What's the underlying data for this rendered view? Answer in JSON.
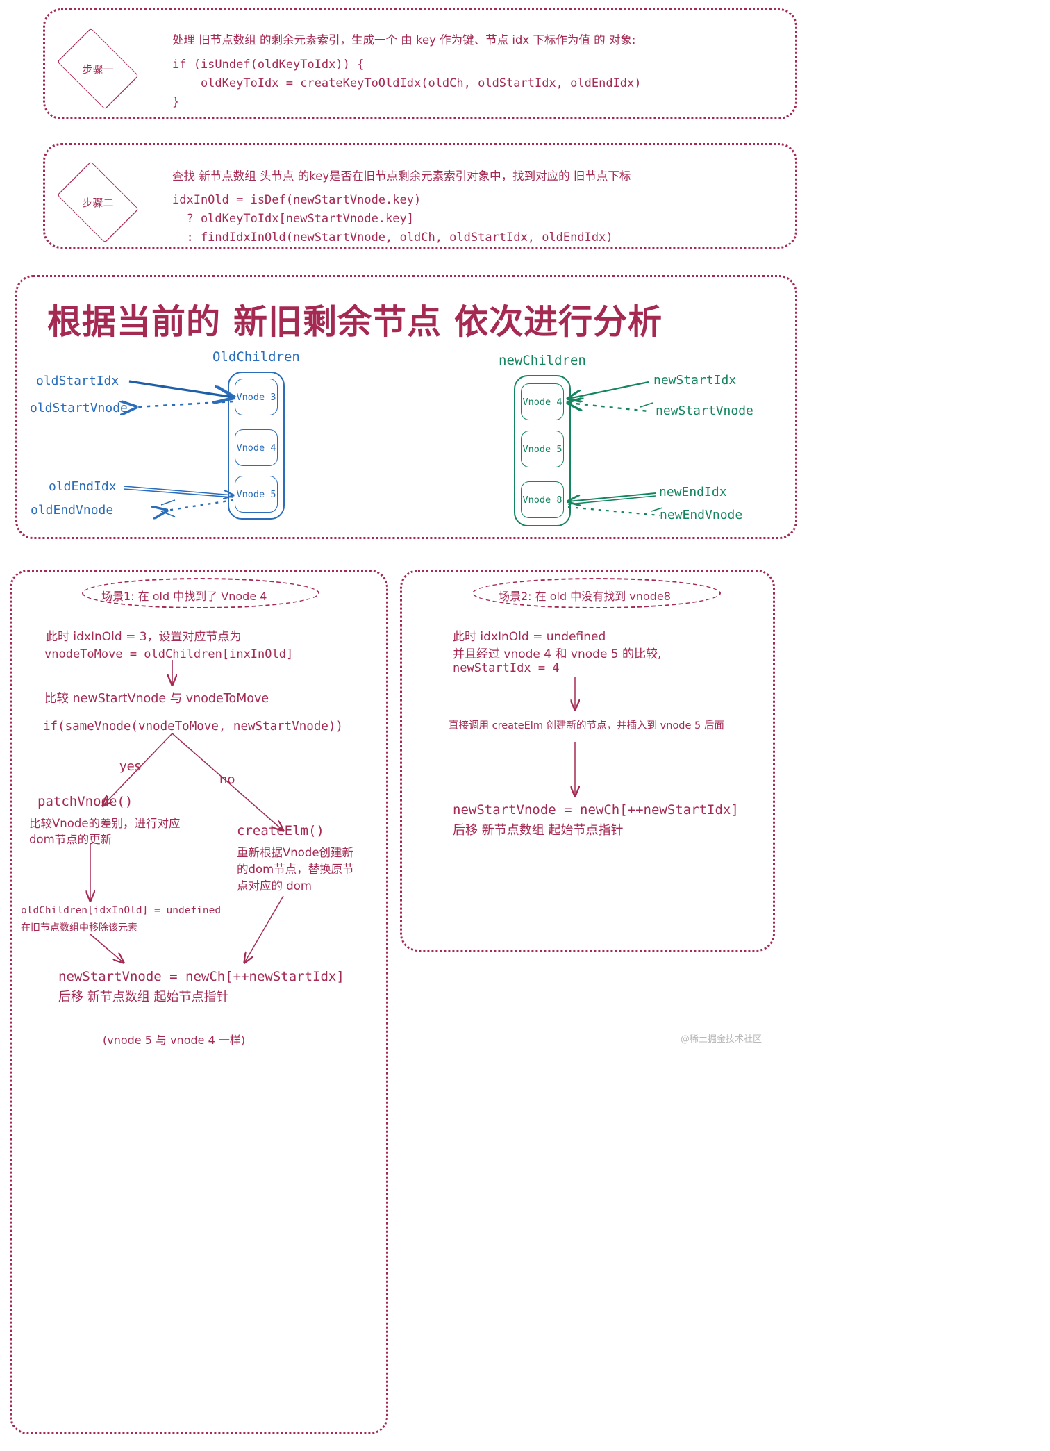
{
  "colors": {
    "crimson": "#a52a52",
    "blue": "#2a6ebb",
    "green": "#14855f",
    "watermark_gray": "#b9b9b9"
  },
  "steps": [
    {
      "badge": "步骤一",
      "caption": "处理 旧节点数组 的剩余元素索引，生成一个 由 key 作为键、节点 idx 下标作为值 的 对象:",
      "code": "if (isUndef(oldKeyToIdx)) {\n    oldKeyToIdx = createKeyToOldIdx(oldCh, oldStartIdx, oldEndIdx)\n}"
    },
    {
      "badge": "步骤二",
      "caption": "查找 新节点数组 头节点 的key是否在旧节点剩余元素索引对象中，找到对应的 旧节点下标",
      "code": "idxInOld = isDef(newStartVnode.key)\n  ? oldKeyToIdx[newStartVnode.key]\n  : findIdxInOld(newStartVnode, oldCh, oldStartIdx, oldEndIdx)"
    }
  ],
  "analysis": {
    "title": "根据当前的  新旧剩余节点  依次进行分析",
    "old": {
      "label": "OldChildren",
      "nodes": [
        "Vnode 3",
        "Vnode 4",
        "Vnode 5"
      ],
      "pointers": [
        {
          "name": "oldStartIdx"
        },
        {
          "name": "oldStartVnode"
        },
        {
          "name": "oldEndIdx"
        },
        {
          "name": "oldEndVnode"
        }
      ]
    },
    "new": {
      "label": "newChildren",
      "nodes": [
        "Vnode 4",
        "Vnode 5",
        "Vnode 8"
      ],
      "pointers": [
        {
          "name": "newStartIdx"
        },
        {
          "name": "newStartVnode"
        },
        {
          "name": "newEndIdx"
        },
        {
          "name": "newEndVnode"
        }
      ]
    }
  },
  "scenario1": {
    "header": "场景1: 在 old 中找到了 Vnode 4",
    "line_a1": "此时 idxInOld = 3，设置对应节点为",
    "line_a2": "vnodeToMove = oldChildren[inxInOld]",
    "line_b": "比较 newStartVnode 与 vnodeToMove",
    "line_c": "if(sameVnode(vnodeToMove, newStartVnode))",
    "branch_yes": "yes",
    "branch_no": "no",
    "yes_title": "patchVnode()",
    "yes_body1": "比较Vnode的差别，进行对应",
    "yes_body2": "dom节点的更新",
    "no_title": "createElm()",
    "no_body1": "重新根据Vnode创建新",
    "no_body2": "的dom节点，替换原节",
    "no_body3": "点对应的 dom",
    "yes_result1": "oldChildren[idxInOld] = undefined",
    "yes_result2": "在旧节点数组中移除该元素",
    "final1": "newStartVnode = newCh[++newStartIdx]",
    "final2": "后移 新节点数组 起始节点指针",
    "footnote": "(vnode 5 与 vnode 4 一样)"
  },
  "scenario2": {
    "header": "场景2: 在 old 中没有找到 vnode8",
    "line_a1": "此时 idxInOld = undefined",
    "line_a2": "并且经过 vnode 4 和 vnode 5 的比较,",
    "line_a3": "newStartIdx = 4",
    "line_b": "直接调用 createElm 创建新的节点，并插入到 vnode 5 后面",
    "final1": "newStartVnode = newCh[++newStartIdx]",
    "final2": "后移 新节点数组 起始节点指针"
  },
  "watermark": "@稀土掘金技术社区"
}
